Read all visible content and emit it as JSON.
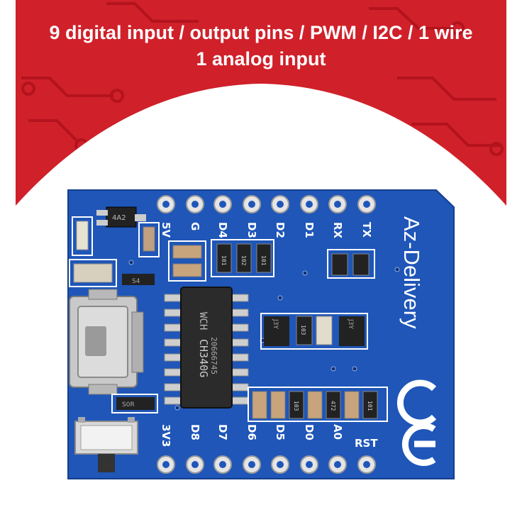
{
  "banner": {
    "line1": "9 digital input / output pins / PWM / I2C / 1 wire",
    "line2": "1 analog input",
    "color": "#d0202a"
  },
  "board": {
    "color": "#1f56b8",
    "top_pins": [
      "5V",
      "G",
      "D4",
      "D3",
      "D2",
      "D1",
      "RX",
      "TX"
    ],
    "bottom_pins": [
      "3V3",
      "D8",
      "D7",
      "D6",
      "D5",
      "D0",
      "A0",
      "RST"
    ],
    "brand": "Az-Delivery",
    "chip_model": "CH340G",
    "chip_code": "20666745",
    "chip_logo": "WCH",
    "regulator_label": "4A2",
    "resistor_small": "S4",
    "resistor_wide": "S0R",
    "transistor_label": "J3Y",
    "smd_codes": [
      "101",
      "102",
      "103",
      "472"
    ],
    "mark": "CE"
  }
}
